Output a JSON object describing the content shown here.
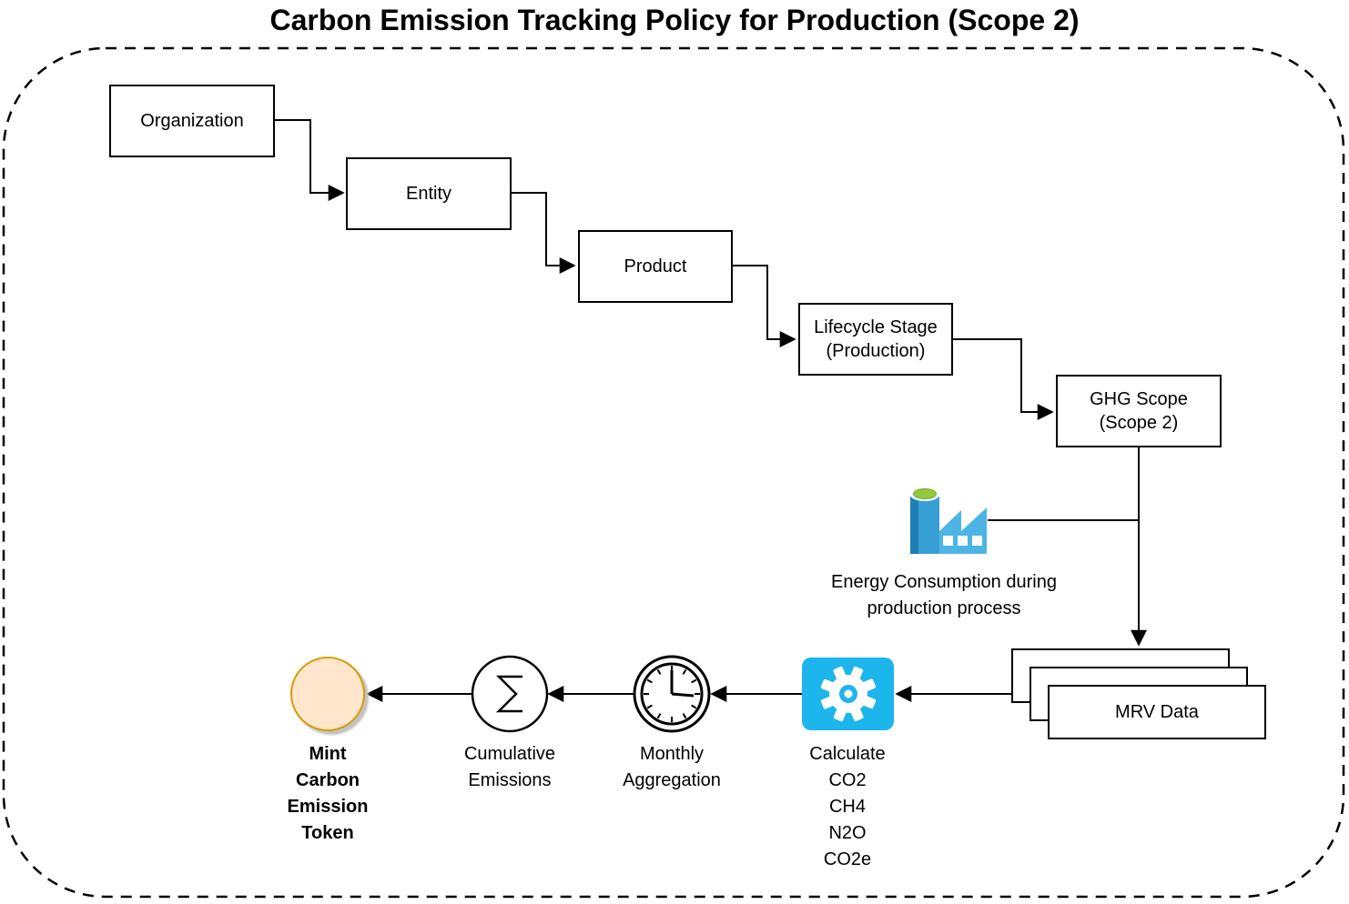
{
  "title": "Carbon Emission Tracking Policy for Production (Scope 2)",
  "hierarchy_nodes": [
    {
      "id": "organization",
      "label": "Organization"
    },
    {
      "id": "entity",
      "label": "Entity"
    },
    {
      "id": "product",
      "label": "Product"
    },
    {
      "id": "lifecycle_stage",
      "label": "Lifecycle Stage\n(Production)"
    },
    {
      "id": "ghg_scope",
      "label": "GHG Scope\n(Scope 2)"
    }
  ],
  "energy_source": {
    "icon": "factory-icon",
    "label": "Energy Consumption during\nproduction process"
  },
  "mrv_stack": {
    "label": "MRV Data",
    "sheet_count": 3
  },
  "process_steps": [
    {
      "id": "calculate",
      "icon": "gear-icon",
      "label": "Calculate\nCO2\nCH4\nN2O\nCO2e"
    },
    {
      "id": "monthly_aggregation",
      "icon": "clock-icon",
      "label": "Monthly\nAggregation"
    },
    {
      "id": "cumulative_emissions",
      "icon": "sigma-icon",
      "label": "Cumulative\nEmissions"
    },
    {
      "id": "mint_token",
      "icon": "coin-icon",
      "label": "Mint\nCarbon\nEmission\nToken"
    }
  ],
  "colors": {
    "gear_background": "#1CB5EC",
    "token_fill": "#FFE6CC",
    "token_stroke": "#D79B00",
    "factory_body_blue": "#4DB5E5",
    "factory_chimney_blue": "#379FD4",
    "factory_chimney_shade": "#1F7FB5",
    "factory_top_green": "#94C83D",
    "line_color": "#000000"
  }
}
